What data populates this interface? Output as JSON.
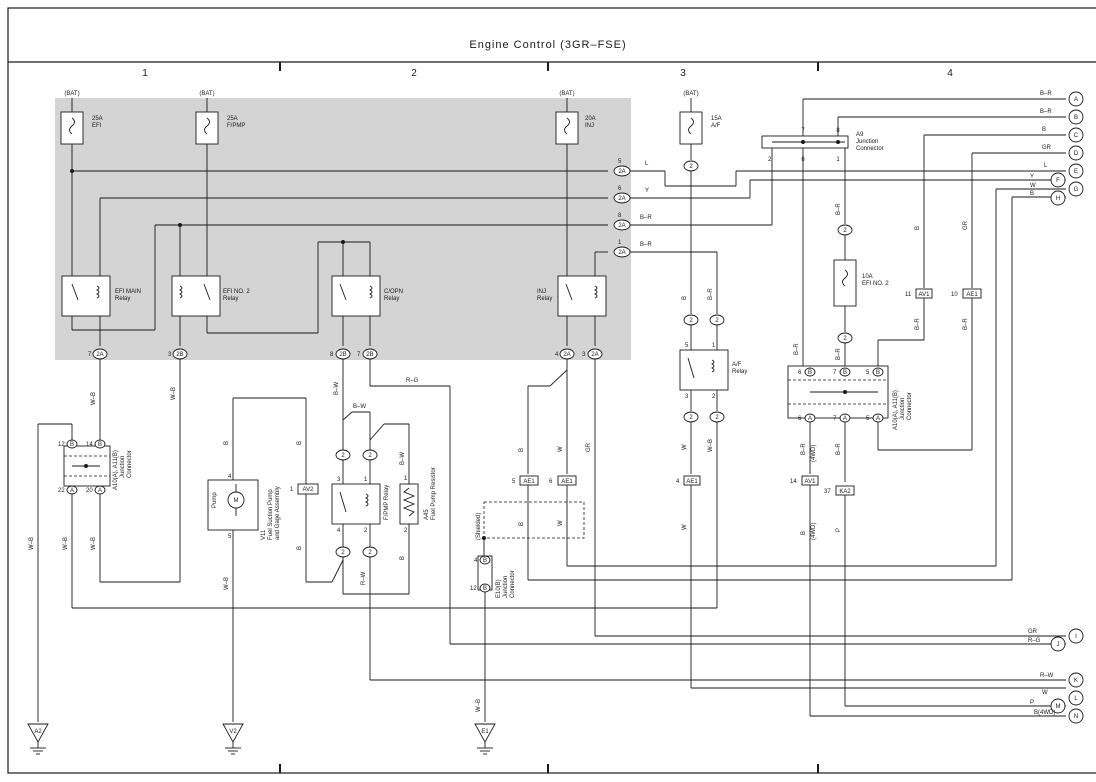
{
  "title": "Engine Control (3GR–FSE)",
  "columns": [
    "1",
    "2",
    "3",
    "4"
  ],
  "fuses": [
    {
      "id": "fuse-efi",
      "source": "(BAT)",
      "rating": "25A",
      "name": "EFI"
    },
    {
      "id": "fuse-fpmp",
      "source": "(BAT)",
      "rating": "25A",
      "name": "F/PMP"
    },
    {
      "id": "fuse-inj",
      "source": "(BAT)",
      "rating": "20A",
      "name": "INJ"
    },
    {
      "id": "fuse-af",
      "source": "(BAT)",
      "rating": "15A",
      "name": "A/F"
    },
    {
      "id": "fuse-efi-no2",
      "source": "",
      "rating": "10A",
      "name": "EFI NO. 2"
    }
  ],
  "relays": [
    {
      "id": "efi-main",
      "name": "EFI MAIN",
      "sub": "Relay"
    },
    {
      "id": "efi-no2",
      "name": "EFI NO. 2",
      "sub": "Relay"
    },
    {
      "id": "copn",
      "name": "C/OPN",
      "sub": "Relay"
    },
    {
      "id": "inj",
      "name": "INJ",
      "sub": "Relay"
    },
    {
      "id": "af",
      "name": "A/F",
      "sub": "Relay"
    },
    {
      "id": "fpmp",
      "name": "F/PMP Relay",
      "sub": ""
    }
  ],
  "components": {
    "a9": {
      "code": "A9",
      "l1": "Junction",
      "l2": "Connector"
    },
    "a10": {
      "code": "A10(A), A11(B)",
      "l1": "Junction",
      "l2": "Connector"
    },
    "a10b": {
      "code": "A10(A), A11(B)",
      "l1": "Junction",
      "l2": "Connector"
    },
    "pump": {
      "label": "Pump",
      "motor": "M",
      "code": "V11",
      "l1": "Fuel Suction Pump",
      "l2": "and Gage Assembly"
    },
    "resistor": {
      "code": "A45",
      "l1": "Fuel Pump Resistor"
    },
    "e10": {
      "code": "E10(B)",
      "l1": "Junction",
      "l2": "Connector"
    },
    "shielded": "(Shielded)"
  },
  "connectors": {
    "c2a_5": "2A",
    "c2a_6": "2A",
    "c2a_8": "2A",
    "c2a_1": "2A",
    "av1": "AV1",
    "ae1": "AE1",
    "av2": "AV2",
    "ka2": "KA2"
  },
  "wire_colors": {
    "l": "L",
    "y": "Y",
    "br": "B–R",
    "b": "B",
    "gr": "GR",
    "w": "W",
    "wb": "W–B",
    "rg": "R–G",
    "rw": "R–W",
    "bw": "B–W",
    "p": "P",
    "b4wd": "B(4WD)",
    "w4wd": "(4WD)"
  },
  "grounds": [
    "A2",
    "V2",
    "E1"
  ],
  "terminals": [
    {
      "letter": "A",
      "color": "B–R"
    },
    {
      "letter": "B",
      "color": "B–R"
    },
    {
      "letter": "C",
      "color": "B"
    },
    {
      "letter": "D",
      "color": "GR"
    },
    {
      "letter": "E",
      "color": "L"
    },
    {
      "letter": "F",
      "color": "Y"
    },
    {
      "letter": "G",
      "color": "W"
    },
    {
      "letter": "H",
      "color": "B"
    },
    {
      "letter": "I",
      "color": "GR"
    },
    {
      "letter": "J",
      "color": "R–G"
    },
    {
      "letter": "K",
      "color": "R–W"
    },
    {
      "letter": "L",
      "color": "W"
    },
    {
      "letter": "M",
      "color": "P"
    },
    {
      "letter": "N",
      "color": "B(4WD)"
    }
  ]
}
